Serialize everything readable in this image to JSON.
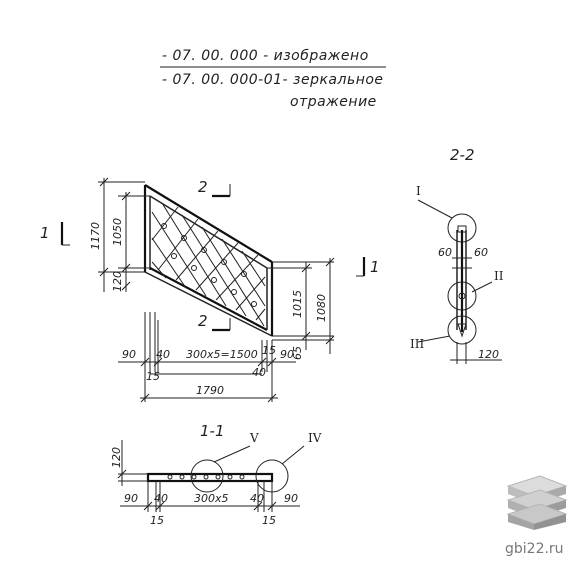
{
  "notes": {
    "line1": "- 07. 00. 000 - изображено",
    "line2a": "- 07. 00. 000-01- зеркальное",
    "line2b": "отражение"
  },
  "sections": {
    "s22": "2-2",
    "s11": "1-1",
    "cut1_left": "1",
    "cut1_right": "1",
    "cut2_top": "2",
    "cut2_bottom": "2"
  },
  "dims": {
    "h1170": "1170",
    "h1050": "1050",
    "h120_left": "120",
    "h1015": "1015",
    "h1080": "1080",
    "h65": "65",
    "w90_left": "90",
    "w40_left": "40",
    "w300x5_1500": "300x5=1500",
    "w15_right": "15",
    "w90_right": "90",
    "w40_right": "40",
    "w15_left": "15",
    "w1790": "1790",
    "s60_left": "60",
    "s60_right": "60",
    "s120": "120",
    "p120": "120",
    "p90_left": "90",
    "p40_left": "40",
    "p300x5": "300x5",
    "p40_right": "40",
    "p90_right": "90",
    "p15_left": "15",
    "p15_right": "15"
  },
  "callouts": {
    "I": "I",
    "II": "II",
    "III": "III",
    "IV": "IV",
    "V": "V"
  },
  "watermark": {
    "site": "gbi22.ru",
    "logo": "stacked-slabs-logo"
  }
}
